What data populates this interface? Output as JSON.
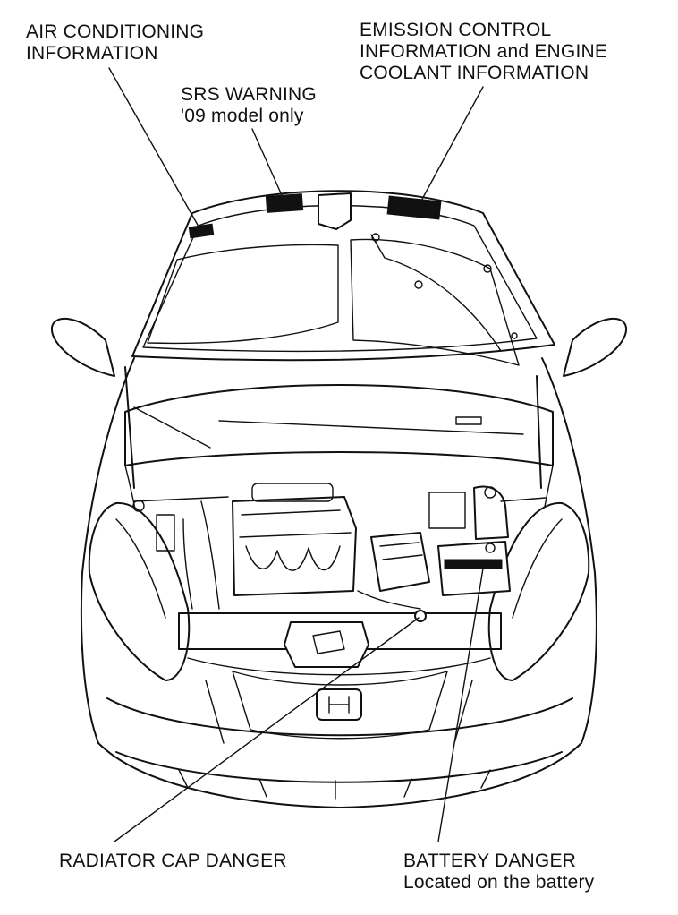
{
  "labels": {
    "air_conditioning": {
      "line1": "AIR CONDITIONING",
      "line2": "INFORMATION"
    },
    "srs_warning": {
      "line1": "SRS WARNING",
      "line2": "'09 model only"
    },
    "emission_control": {
      "line1": "EMISSION CONTROL",
      "line2": "INFORMATION and ENGINE",
      "line3": "COOLANT INFORMATION"
    },
    "radiator_cap": {
      "line1": "RADIATOR CAP DANGER"
    },
    "battery": {
      "line1": "BATTERY DANGER",
      "line2": "Located on the battery"
    }
  },
  "style": {
    "ink": "#111111",
    "background": "#ffffff"
  }
}
